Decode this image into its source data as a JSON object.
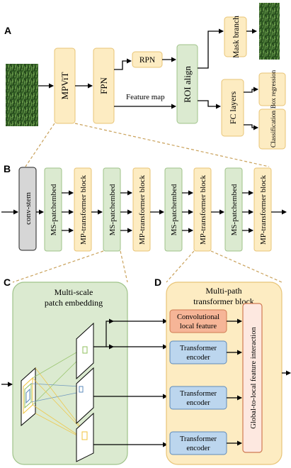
{
  "panel_letters": {
    "a": "A",
    "b": "B",
    "c": "C",
    "d": "D"
  },
  "panel_a": {
    "mpvit": "MPViT",
    "fpn": "FPN",
    "rpn": "RPN",
    "roi_align": "ROI align",
    "feature_map": "Feature map",
    "mask_branch": "Mask branch",
    "fc_layers": "FC layers",
    "box_regression": "Box regression",
    "classification": "Classification"
  },
  "panel_b": {
    "conv_stem": "conv-stem",
    "ms_patchembed": "MS-patchembed",
    "mp_transformer_block": "MP-transformer block"
  },
  "panel_c": {
    "title_line1": "Multi-scale",
    "title_line2": "patch embedding"
  },
  "panel_d": {
    "title_line1": "Multi-path",
    "title_line2": "transformer block",
    "conv_local_line1": "Convolutional",
    "conv_local_line2": "local feature",
    "transformer_line1": "Transformer",
    "transformer_line2": "encoder",
    "global_to_local": "Global-to-local feature interaction"
  },
  "colors": {
    "yellow_fill": "#fdecc2",
    "yellow_stroke": "#e8c477",
    "green_fill": "#dbead0",
    "green_stroke": "#9fc389",
    "blue_fill": "#bcd6ee",
    "blue_stroke": "#5e8bbb",
    "orange_fill": "#f6b597",
    "orange_stroke": "#d07a52",
    "gray_fill": "#d6d6d6",
    "dash": "#c9a15a"
  }
}
